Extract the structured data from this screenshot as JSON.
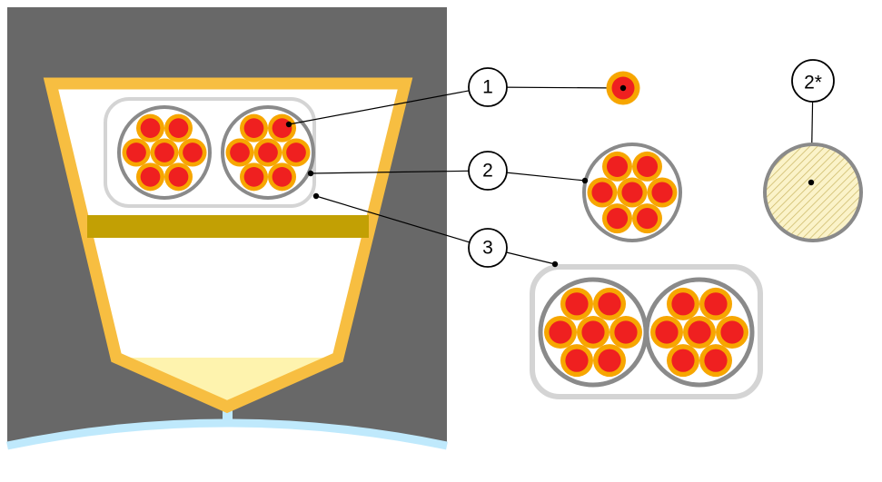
{
  "diagram": {
    "callouts": {
      "c1": "1",
      "c2": "2",
      "c2_star": "2*",
      "c3": "3"
    }
  },
  "icons": {
    "single_strand": "single-strand-icon",
    "strand_bundle": "seven-strand-bundle-icon",
    "solid_core_alt": "hatched-solid-core-icon",
    "twin_cable": "twin-bundle-cable-icon"
  },
  "colors": {
    "panel_gray": "#686868",
    "funnel_orange": "#F7BE41",
    "bar_olive": "#C2A004",
    "tip_yellow": "#FEF3AE",
    "liquid_blue": "#BFE9FC",
    "strand_red": "#EF2020",
    "strand_orange": "#F7A600",
    "ring_gray": "#8A8A8A",
    "jacket_gray": "#D4D4D4",
    "hatch_fill": "#FBF3C9",
    "hatch_line": "#CDBA6A",
    "line_black": "#000000"
  }
}
